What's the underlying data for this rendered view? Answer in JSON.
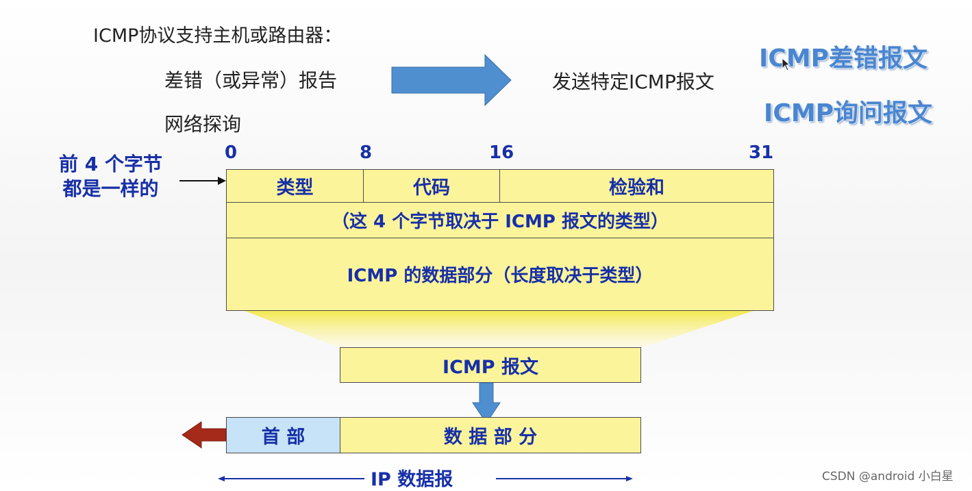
{
  "intro": "ICMP协议支持主机或路由器：",
  "items": [
    "差错（或异常）报告",
    "网络探询"
  ],
  "send_text": "发送特定ICMP报文",
  "message_types": [
    "ICMP差错报文",
    "ICMP询问报文"
  ],
  "left_note": [
    "前 4 个字节",
    "都是一样的"
  ],
  "bit_positions": [
    "0",
    "8",
    "16",
    "31"
  ],
  "header_fields": {
    "type": "类型",
    "code": "代码",
    "checksum": "检验和"
  },
  "row2": "（这 4 个字节取决于 ICMP 报文的类型）",
  "row3": "ICMP 的数据部分（长度取决于类型）",
  "icmp_message": "ICMP 报文",
  "ip_header": "首 部",
  "ip_data": "数 据 部 分",
  "ip_datagram": "IP 数据报",
  "watermark": "CSDN @android 小白星",
  "colors": {
    "yellow": "#fcf49a",
    "blue_text": "#1730a8",
    "arrow_blue": "#4f8fd0",
    "red_arrow": "#a52a1a",
    "header_blue": "#c6e3f7"
  }
}
